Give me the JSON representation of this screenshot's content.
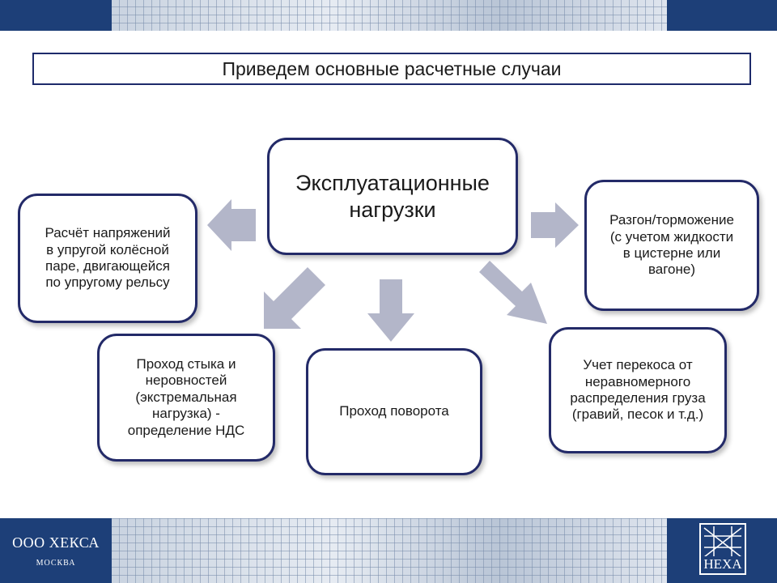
{
  "title": "Приведем основные расчетные случаи",
  "nodes": {
    "center": "Эксплуатационные\nнагрузки",
    "left": "Расчёт напряжений\nв упругой колёсной\nпаре, двигающейся\nпо упругому рельсу",
    "right": "Разгон/торможение\n(с учетом жидкости\nв цистерне или\nвагоне)",
    "bottom_left": "Проход стыка и\nнеровностей\n(экстремальная\nнагрузка) -\nопределение НДС",
    "bottom_middle": "Проход поворота",
    "bottom_right": "Учет перекоса от\nнеравномерного\nраспределения груза\n(гравий, песок и т.д.)"
  },
  "footer": {
    "company": "ООО ХЕКСА",
    "city": "МОСКВА",
    "logo_text": "HEXA"
  },
  "colors": {
    "banner": "#1d3f78",
    "node_border": "#232a68",
    "arrow": "#b3b6c9"
  }
}
